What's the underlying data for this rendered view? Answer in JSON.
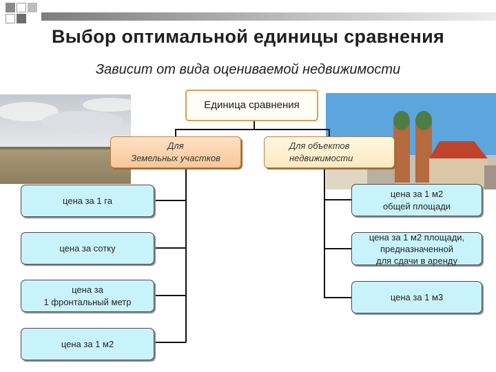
{
  "title": "Выбор оптимальной единицы сравнения",
  "subtitle": "Зависит от вида оцениваемой недвижимости",
  "root": {
    "label": "Единица сравнения"
  },
  "left_category": {
    "line1": "Для",
    "line2": "Земельных участков"
  },
  "right_category": {
    "line1": "Для объектов",
    "line2": "недвижимости"
  },
  "left_items": [
    {
      "lines": [
        "цена за 1 га"
      ]
    },
    {
      "lines": [
        "цена за сотку"
      ]
    },
    {
      "lines": [
        "цена за",
        "1 фронтальный метр"
      ]
    },
    {
      "lines": [
        "цена за 1 м2"
      ]
    }
  ],
  "right_items": [
    {
      "lines": [
        "цена за 1 м2",
        "общей площади"
      ]
    },
    {
      "lines": [
        "цена за 1 м2 площади,",
        "предназначенной",
        "для сдачи в аренду"
      ]
    },
    {
      "lines": [
        "цена за 1 м3"
      ]
    }
  ],
  "images": {
    "left": "field-landscape-photo",
    "right": "city-cathedral-photo"
  },
  "colors": {
    "leaf_fill": "#c9f3fb",
    "category_fill": "#f7c898",
    "root_border": "#d8a050"
  }
}
